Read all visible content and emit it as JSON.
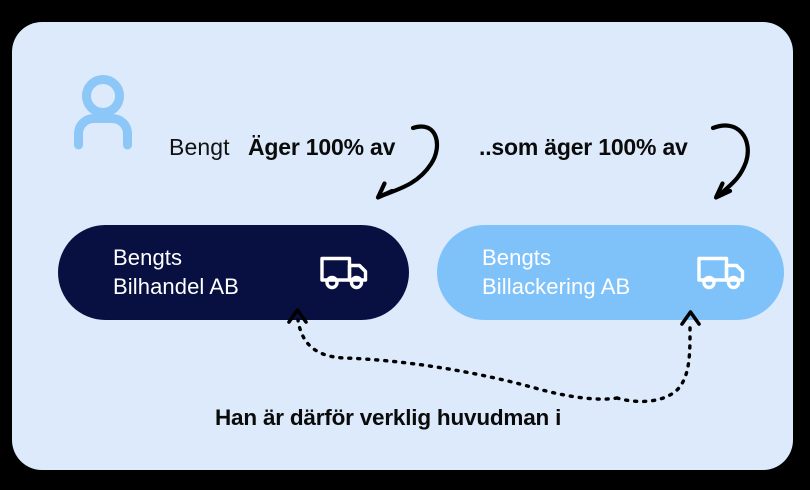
{
  "canvas": {
    "background_color": "#DCEAFB",
    "outer_background_color": "#000000"
  },
  "owner": {
    "icon": "person-icon",
    "icon_color": "#8CC7F7",
    "name": "Bengt"
  },
  "edges": {
    "owns_left_label": "Äger 100% av",
    "owns_right_label": "..som äger 100% av",
    "beneficial_owner_label": "Han är därför verklig huvudman i",
    "arrow_color": "#000000"
  },
  "companies": [
    {
      "id": "bengts-bilhandel",
      "name_line1": "Bengts",
      "name_line2": "Bilhandel AB",
      "background_color": "#081042",
      "text_color": "#FFFFFF",
      "icon": "truck-icon"
    },
    {
      "id": "bengts-billackering",
      "name_line1": "Bengts",
      "name_line2": "Billackering AB",
      "background_color": "#7FC2FA",
      "text_color": "#FFFFFF",
      "icon": "truck-icon"
    }
  ]
}
